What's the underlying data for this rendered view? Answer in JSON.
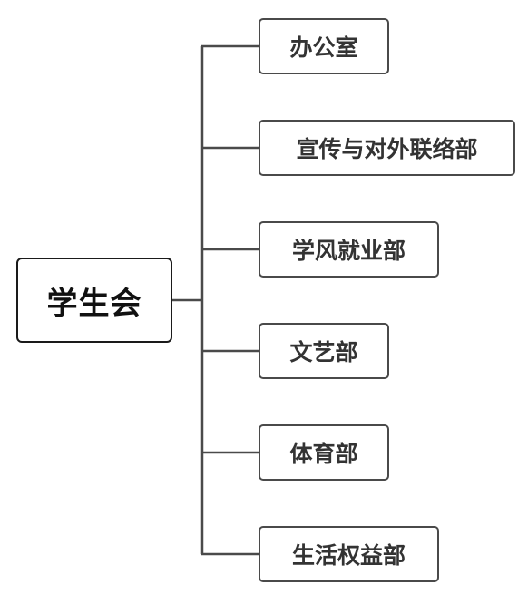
{
  "root": {
    "label": "学生会"
  },
  "children": [
    {
      "label": "办公室"
    },
    {
      "label": "宣传与对外联络部"
    },
    {
      "label": "学风就业部"
    },
    {
      "label": "文艺部"
    },
    {
      "label": "体育部"
    },
    {
      "label": "生活权益部"
    }
  ],
  "colors": {
    "root_border": "#1a1a1a",
    "child_border": "#4a4a4a",
    "connector": "#4a4a4a",
    "text": "#333333"
  }
}
